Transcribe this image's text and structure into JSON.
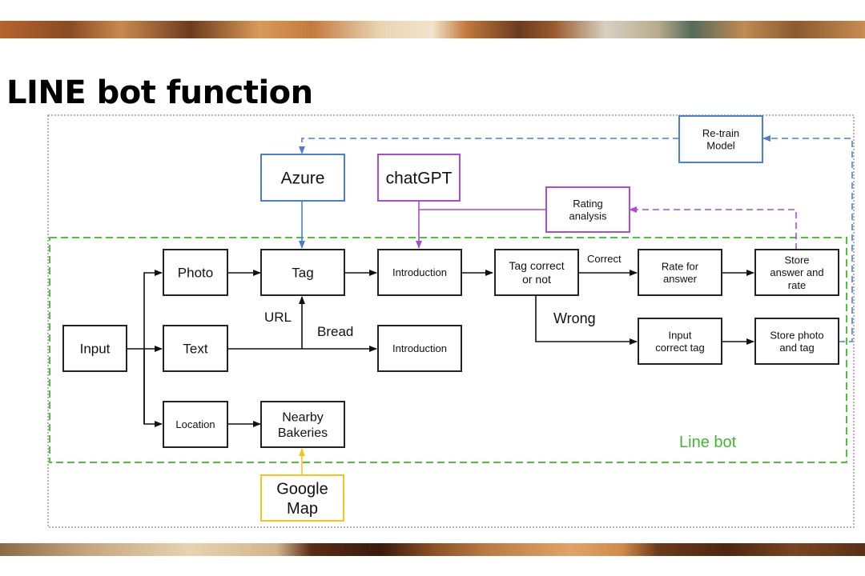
{
  "slide": {
    "title": "LINE bot function"
  },
  "colors": {
    "azure_blue": "#4a7fd0",
    "chatgpt_purple": "#a94dd6",
    "linebot_green": "#4cc43a",
    "google_yellow": "#f5c518",
    "box_black": "#222222",
    "outer_gray": "#8a8a8a"
  },
  "groups": {
    "line_bot_label": "Line bot"
  },
  "nodes": {
    "retrain_model": [
      "Re-train",
      "Model"
    ],
    "azure": [
      "Azure"
    ],
    "chatgpt": [
      "chatGPT"
    ],
    "rating_analysis": [
      "Rating",
      "analysis"
    ],
    "input": [
      "Input"
    ],
    "photo": [
      "Photo"
    ],
    "text": [
      "Text"
    ],
    "location": [
      "Location"
    ],
    "tag": [
      "Tag"
    ],
    "nearby_bakeries": [
      "Nearby",
      "Bakeries"
    ],
    "google_map": [
      "Google",
      "Map"
    ],
    "introduction_1": [
      "Introduction"
    ],
    "introduction_2": [
      "Introduction"
    ],
    "tag_correct": [
      "Tag correct",
      "or not"
    ],
    "rate_for_answer": [
      "Rate for",
      "answer"
    ],
    "store_answer_rate": [
      "Store",
      "answer and",
      "rate"
    ],
    "input_correct_tag": [
      "Input",
      "correct tag"
    ],
    "store_photo_tag": [
      "Store photo",
      "and tag"
    ]
  },
  "edge_labels": {
    "url": "URL",
    "bread": "Bread",
    "correct": "Correct",
    "wrong": "Wrong"
  }
}
